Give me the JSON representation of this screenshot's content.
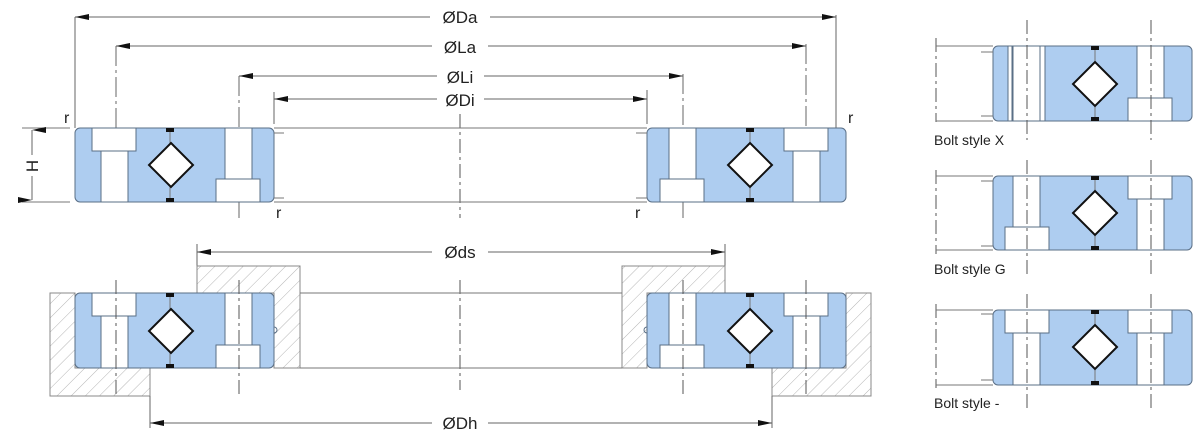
{
  "diagram": {
    "title": "Crossed roller bearing dimension drawing",
    "dimensions": {
      "Da": "ØDa",
      "La": "ØLa",
      "Li": "ØLi",
      "Di": "ØDi",
      "ds": "Øds",
      "Dh": "ØDh",
      "H": "H"
    },
    "radius_label": "r",
    "bolt_styles": [
      {
        "label": "Bolt style X"
      },
      {
        "label": "Bolt style G"
      },
      {
        "label": "Bolt style -"
      }
    ],
    "colors": {
      "ring_fill": "#aecdf0",
      "outline": "#5a6f86",
      "roller_outline": "#111111",
      "hatch": "#aaaaaa"
    }
  }
}
